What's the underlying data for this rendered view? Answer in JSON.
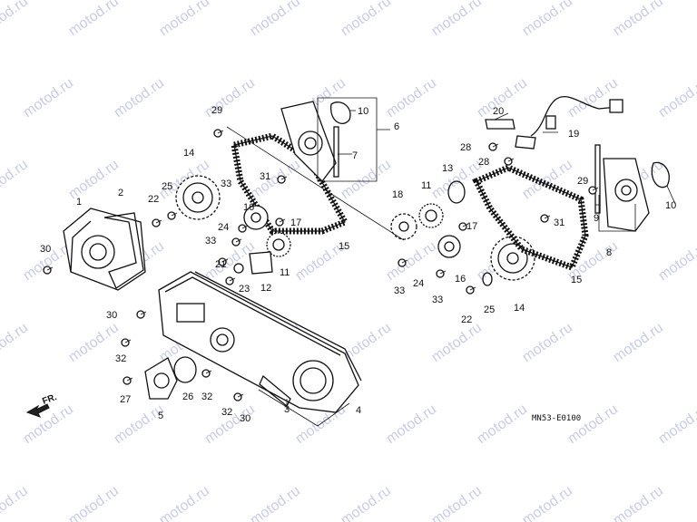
{
  "watermark": "motod.ru",
  "diagram_code": "MN53-E0100",
  "direction_label": "FR.",
  "callouts": [
    "1",
    "2",
    "3",
    "4",
    "5",
    "6",
    "7",
    "8",
    "9",
    "10",
    "11",
    "12",
    "13",
    "14",
    "15",
    "16",
    "17",
    "18",
    "19",
    "20",
    "21",
    "22",
    "23",
    "24",
    "25",
    "26",
    "27",
    "28",
    "29",
    "30",
    "31",
    "32",
    "33"
  ]
}
